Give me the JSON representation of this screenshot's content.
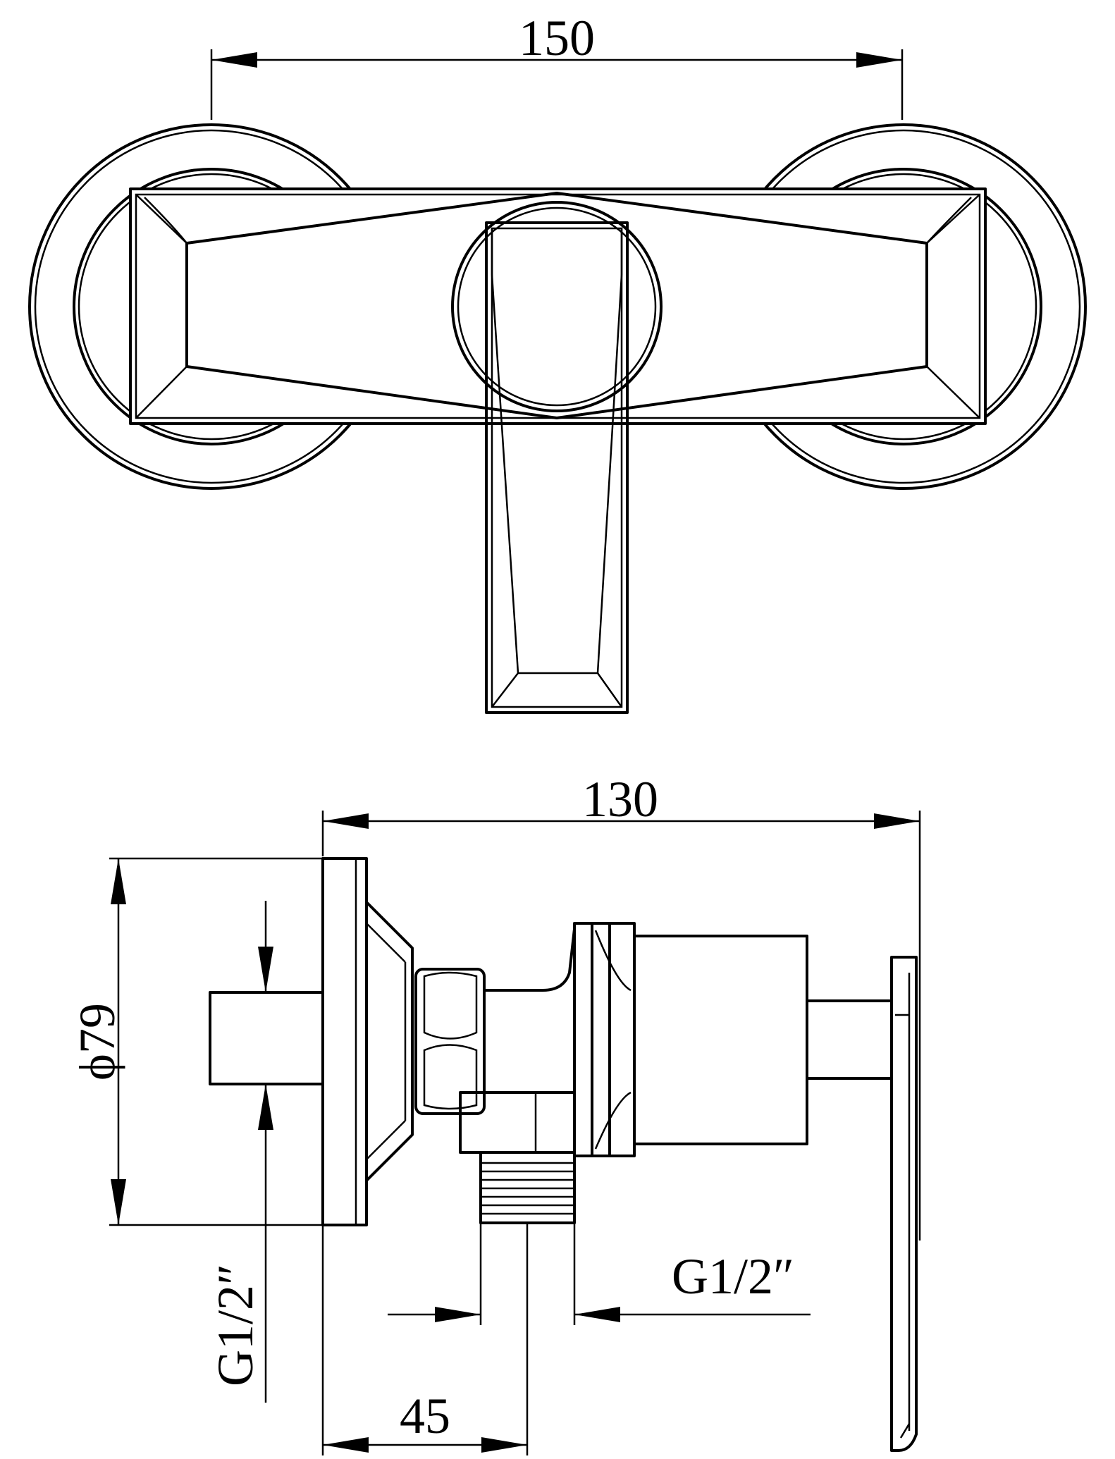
{
  "dimensions": {
    "overall_width_top": "150",
    "overall_depth_side": "130",
    "flange_diameter": "ϕ79",
    "inlet_thread": "G1/2″",
    "outlet_thread": "G1/2″",
    "inlet_offset": "45"
  }
}
